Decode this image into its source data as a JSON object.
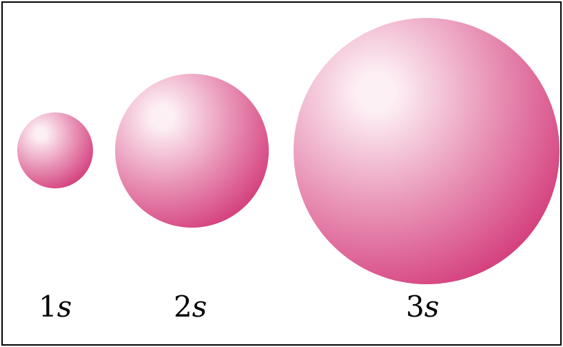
{
  "orbitals": [
    {
      "number": "1",
      "letter": "s"
    },
    {
      "number": "2",
      "letter": "s"
    },
    {
      "number": "3",
      "letter": "s"
    }
  ],
  "colors": {
    "sphere_edge": "#d5437f",
    "sphere_mid": "#e891b5",
    "sphere_highlight": "#fdf0f5",
    "frame": "#000000",
    "background": "#ffffff",
    "text": "#000000"
  }
}
